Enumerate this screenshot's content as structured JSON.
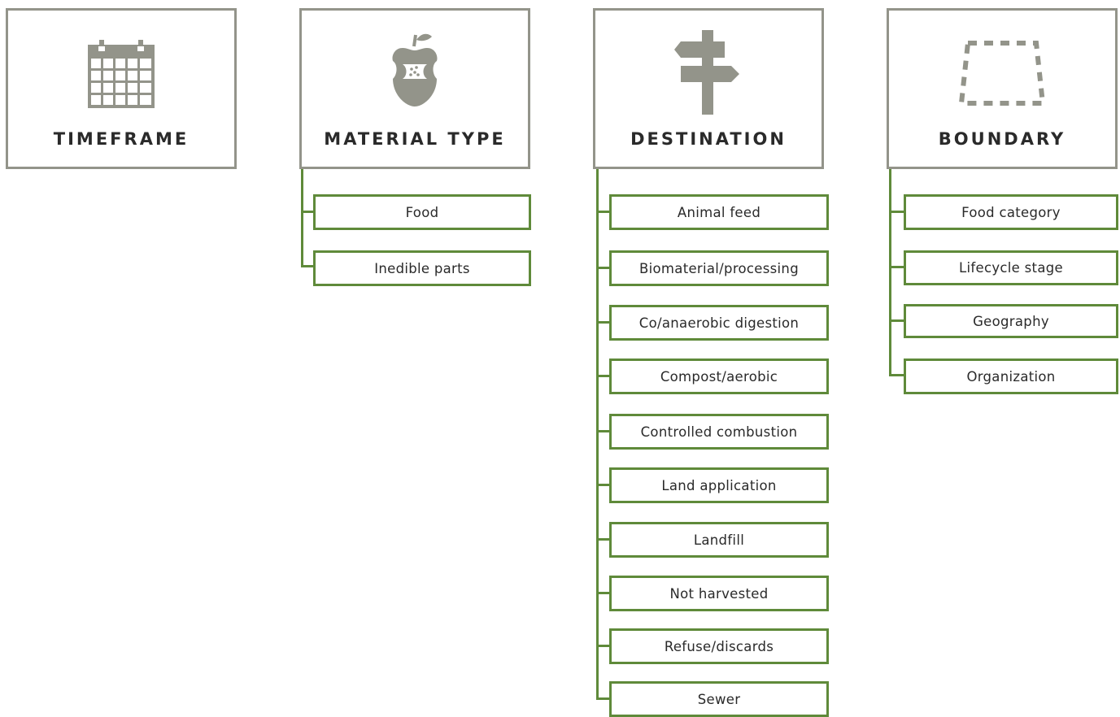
{
  "categories": [
    {
      "title": "TIMEFRAME",
      "icon": "calendar-icon",
      "children": []
    },
    {
      "title": "MATERIAL TYPE",
      "icon": "apple-core-icon",
      "children": [
        "Food",
        "Inedible parts"
      ]
    },
    {
      "title": "DESTINATION",
      "icon": "signpost-icon",
      "children": [
        "Animal feed",
        "Biomaterial/processing",
        "Co/anaerobic digestion",
        "Compost/aerobic",
        "Controlled combustion",
        "Land application",
        "Landfill",
        "Not harvested",
        "Refuse/discards",
        "Sewer"
      ]
    },
    {
      "title": "BOUNDARY",
      "icon": "dashed-boundary-icon",
      "children": [
        "Food category",
        "Lifecycle stage",
        "Geography",
        "Organization"
      ]
    }
  ],
  "colors": {
    "header_border": "#93948a",
    "icon_fill": "#93948a",
    "connector": "#5f8a3a",
    "text": "#2a2a2a"
  }
}
